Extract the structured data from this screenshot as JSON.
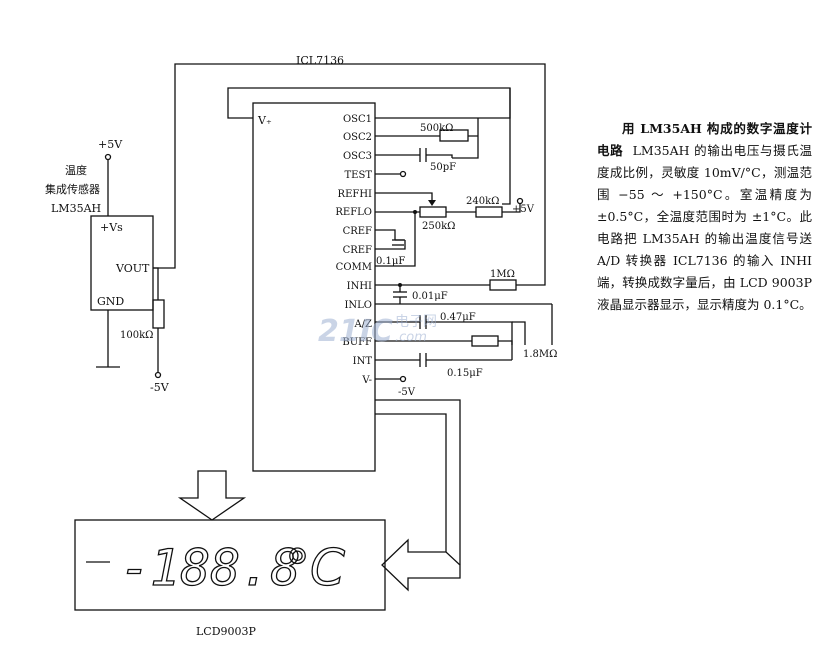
{
  "chip": {
    "name": "ICL7136",
    "vplus": "V₊",
    "pins": [
      "OSC1",
      "OSC2",
      "OSC3",
      "TEST",
      "REFHI",
      "REFLO",
      "CREF",
      "CREF",
      "COMM",
      "INHI",
      "INLO",
      "A/Z",
      "BUFF",
      "INT",
      "V-"
    ]
  },
  "sensor": {
    "title_line1": "温度",
    "title_line2": "集成传感器",
    "model": "LM35AH",
    "pin_vs": "+Vs",
    "pin_vout": "VOUT",
    "pin_gnd": "GND"
  },
  "supply": {
    "pos": "+5V",
    "neg": "-5V",
    "pos_right": "+5V",
    "neg_chip": "-5V"
  },
  "components": {
    "r_500k": "500kΩ",
    "c_50p": "50pF",
    "r_240k": "240kΩ",
    "r_250k": "250kΩ",
    "c_01u": "0.1μF",
    "r_1M": "1MΩ",
    "c_001u": "0.01μF",
    "c_047u": "0.47μF",
    "r_18M": "1.8MΩ",
    "c_015u": "0.15μF",
    "r_100k": "100kΩ"
  },
  "display": {
    "model": "LCD9003P",
    "reading": "-188.8",
    "unit": "°C"
  },
  "watermark": {
    "text1": "21IC",
    "text2": "电子网",
    "text3": ".com"
  },
  "description": {
    "title": "用 LM35AH 构成的数字温度计电路",
    "body": "LM35AH 的输出电压与摄氏温度成比例，灵敏度 10mV/°C，测温范围 −55 ～ +150°C。室温精度为 ±0.5°C，全温度范围时为 ±1°C。此电路把 LM35AH 的输出温度信号送 A/D 转换器 ICL7136 的输入 INHI 端，转换成数字量后，由 LCD 9003P 液晶显示器显示，显示精度为 0.1°C。"
  }
}
